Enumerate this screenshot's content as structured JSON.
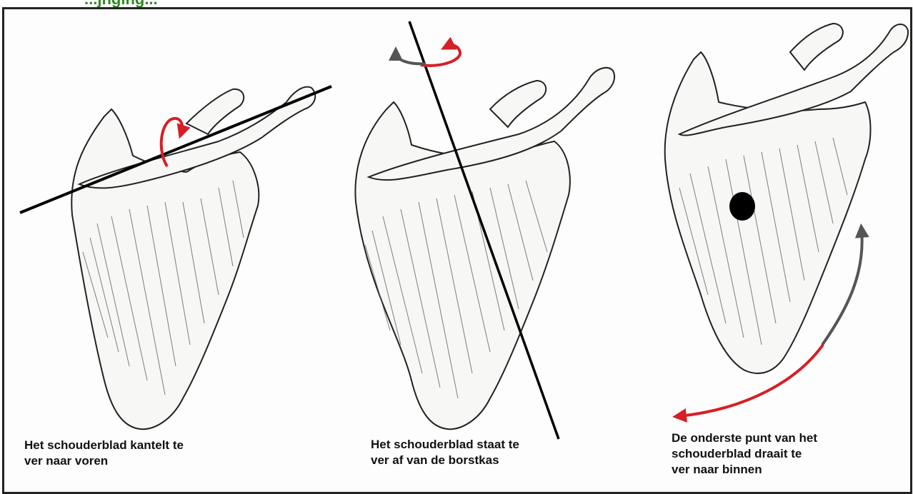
{
  "heading_fragment": "...jnging...",
  "diagram": {
    "colors": {
      "arrow_red": "#d61f26",
      "arrow_grey": "#555555",
      "axis_line": "#000000",
      "bone_outline": "#222222",
      "heading_green": "#2e8b22"
    },
    "panels": [
      {
        "caption_lines": [
          "Het schouderblad kantelt te",
          "ver naar voren"
        ]
      },
      {
        "caption_lines": [
          "Het schouderblad staat te",
          "ver af van de borstkas"
        ]
      },
      {
        "caption_lines": [
          "De onderste punt van het",
          "schouderblad draait te",
          "ver naar binnen"
        ]
      }
    ]
  }
}
